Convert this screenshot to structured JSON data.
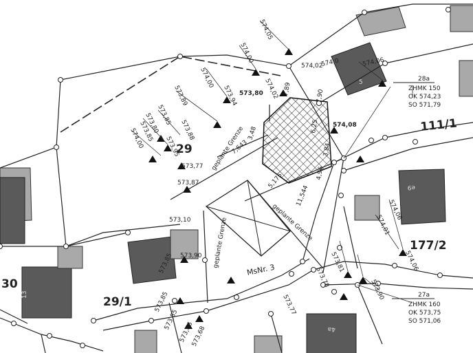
{
  "parcels": {
    "p29": "29",
    "p29_1": "29/1",
    "p30": "30",
    "p111_1": "111/1",
    "p177_2": "177/2"
  },
  "houses": {
    "h5": "5",
    "h13": "13",
    "h9": "e9",
    "h4": "4a"
  },
  "labels": {
    "geplante_a": "geplante Grenze",
    "geplante_b": "geplante Grenze",
    "geplante_c": "geplante Grenze",
    "msnr": "MsNr. 3"
  },
  "dims": {
    "d7643": "7,643",
    "d11544": "11,544",
    "d5175": "5,175",
    "d348": "3,48",
    "d789": "7,89",
    "d790": "7,90",
    "d625": "6,25",
    "d384": "3,84",
    "d496": "4,96"
  },
  "reference_points": {
    "r28": {
      "id": "28a",
      "l1": "ZHMK 150",
      "l2": "OK 574,23",
      "l3": "SO 571,79"
    },
    "r27": {
      "id": "27a",
      "l1": "ZHMK 160",
      "l2": "OK 573,75",
      "l3": "SO 571,06"
    }
  },
  "elevations": {
    "e1": "574,05",
    "e2": "574,00",
    "e3": "574,02",
    "e4": "574,02",
    "e5": "573,80",
    "e6": "574,00",
    "e7": "573,89",
    "e8": "573,94",
    "e9": "573,85",
    "e10": "573,80",
    "e11": "573,85",
    "e12": "573,88",
    "e13": "574,00",
    "e14": "573,95",
    "e15": "573,77",
    "e16": "573,87",
    "e17": "573,10",
    "e18": "573,90",
    "e19": "574,08",
    "e20": "574,06",
    "e21": "574,06",
    "e22": "574,01",
    "e23": "574,06",
    "e24": "573,81",
    "e25": "573,78",
    "e26": "573,90",
    "e27": "573,85",
    "e28": "573,85",
    "e29": "573,66",
    "e30": "573,68",
    "e31": "573,77",
    "e32": "573,85",
    "e33": "574,0"
  }
}
